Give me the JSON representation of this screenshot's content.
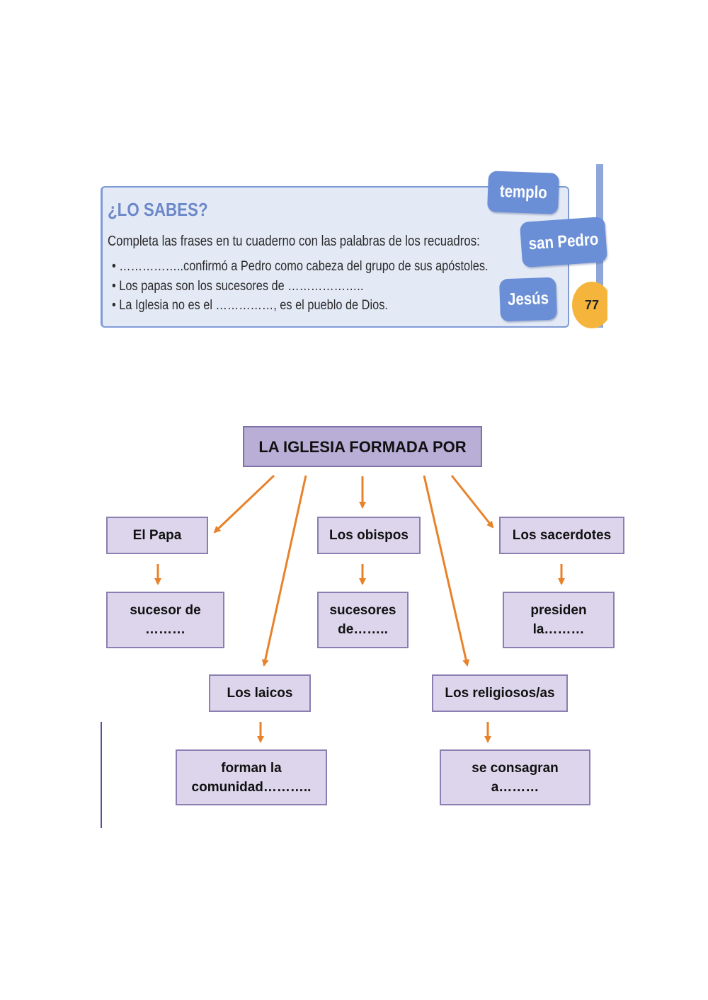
{
  "exercise": {
    "title": "¿LO SABES?",
    "instruction": "Completa las frases en tu cuaderno con las palabras de los recuadros:",
    "sentences": [
      "• ……………..confirmó a Pedro como cabeza del grupo de sus apóstoles.",
      "• Los papas son los sucesores de ………………..",
      "• La Iglesia no es el ……………, es el pueblo de Dios."
    ],
    "word_bank": [
      "templo",
      "san Pedro",
      "Jesús"
    ],
    "page_number": "77"
  },
  "concept_map": {
    "root": "LA IGLESIA FORMADA POR",
    "papa": {
      "label": "El Papa",
      "detail": "sucesor de\n………"
    },
    "obispos": {
      "label": "Los obispos",
      "detail": "sucesores\nde…….."
    },
    "sacerdotes": {
      "label": "Los sacerdotes",
      "detail": "presiden\nla………"
    },
    "laicos": {
      "label": "Los laicos",
      "detail": "forman la\ncomunidad……….."
    },
    "religiosos": {
      "label": "Los religiosos/as",
      "detail": "se consagran\na………"
    }
  },
  "colors": {
    "arrow": "#e8822a",
    "panel_bg": "#e3eaf6",
    "word_tag": "#6b8fd6",
    "box_fill": "#dcd5ec",
    "root_fill": "#b8aed6",
    "badge": "#f5b53d"
  }
}
